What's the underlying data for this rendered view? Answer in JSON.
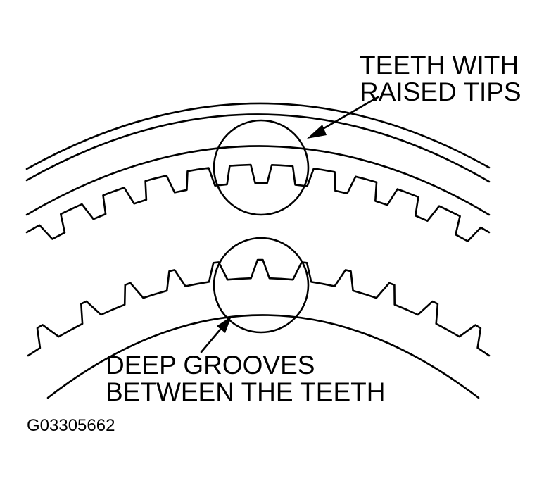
{
  "labels": {
    "raised_tips_line1": "TEETH WITH",
    "raised_tips_line2": "RAISED TIPS",
    "deep_grooves_line1": "DEEP GROOVES",
    "deep_grooves_line2": "BETWEEN THE TEETH"
  },
  "figure_code": "G03305662",
  "colors": {
    "ink": "#000000",
    "paper": "#ffffff"
  }
}
